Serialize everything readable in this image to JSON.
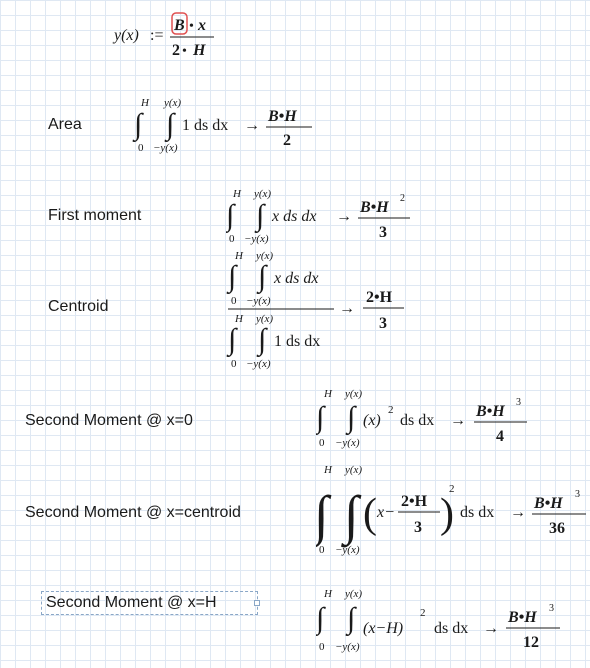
{
  "definition": {
    "lhs": "y(x)",
    "assign": ":=",
    "num_b": "B",
    "num_x": "x",
    "den_2": "2",
    "den_h": "H",
    "dot": "•"
  },
  "sections": {
    "area": {
      "label": "Area",
      "outer_upper": "H",
      "outer_lower": "0",
      "inner_upper": "y(x)",
      "inner_lower": "−y(x)",
      "integrand": "1 ds dx",
      "arrow": "→",
      "res_num": "B•H",
      "res_den": "2"
    },
    "first_moment": {
      "label": "First moment",
      "outer_upper": "H",
      "outer_lower": "0",
      "inner_upper": "y(x)",
      "inner_lower": "−y(x)",
      "integrand": "x ds dx",
      "arrow": "→",
      "res_num": "B•H",
      "res_exp": "2",
      "res_den": "3"
    },
    "centroid": {
      "label": "Centroid",
      "num_outer_upper": "H",
      "num_outer_lower": "0",
      "num_inner_upper": "y(x)",
      "num_inner_lower": "−y(x)",
      "num_integrand": "x ds dx",
      "den_outer_upper": "H",
      "den_outer_lower": "0",
      "den_inner_upper": "y(x)",
      "den_inner_lower": "−y(x)",
      "den_integrand": "1 ds dx",
      "arrow": "→",
      "res_num": "2•H",
      "res_den": "3"
    },
    "second_x0": {
      "label": "Second Moment @ x=0",
      "outer_upper": "H",
      "outer_lower": "0",
      "inner_upper": "y(x)",
      "inner_lower": "−y(x)",
      "integrand_base": "(x)",
      "integrand_exp": "2",
      "integrand_tail": "ds dx",
      "arrow": "→",
      "res_num": "B•H",
      "res_exp": "3",
      "res_den": "4"
    },
    "second_centroid": {
      "label": "Second Moment @ x=centroid",
      "outer_upper": "H",
      "outer_lower": "0",
      "inner_upper": "y(x)",
      "inner_lower": "−y(x)",
      "inner_x": "x−",
      "frac_num": "2•H",
      "frac_den": "3",
      "integrand_exp": "2",
      "integrand_tail": "ds dx",
      "arrow": "→",
      "res_num": "B•H",
      "res_exp": "3",
      "res_den": "36"
    },
    "second_xh": {
      "label": "Second Moment @ x=H",
      "outer_upper": "H",
      "outer_lower": "0",
      "inner_upper": "y(x)",
      "inner_lower": "−y(x)",
      "integrand_base": "(x−H)",
      "integrand_exp": "2",
      "integrand_tail": "ds dx",
      "arrow": "→",
      "res_num": "B•H",
      "res_exp": "3",
      "res_den": "12"
    }
  },
  "colors": {
    "grid": "#dfe8f3",
    "selection_box": "#e05050",
    "label_selection": "#8aa7c7"
  }
}
